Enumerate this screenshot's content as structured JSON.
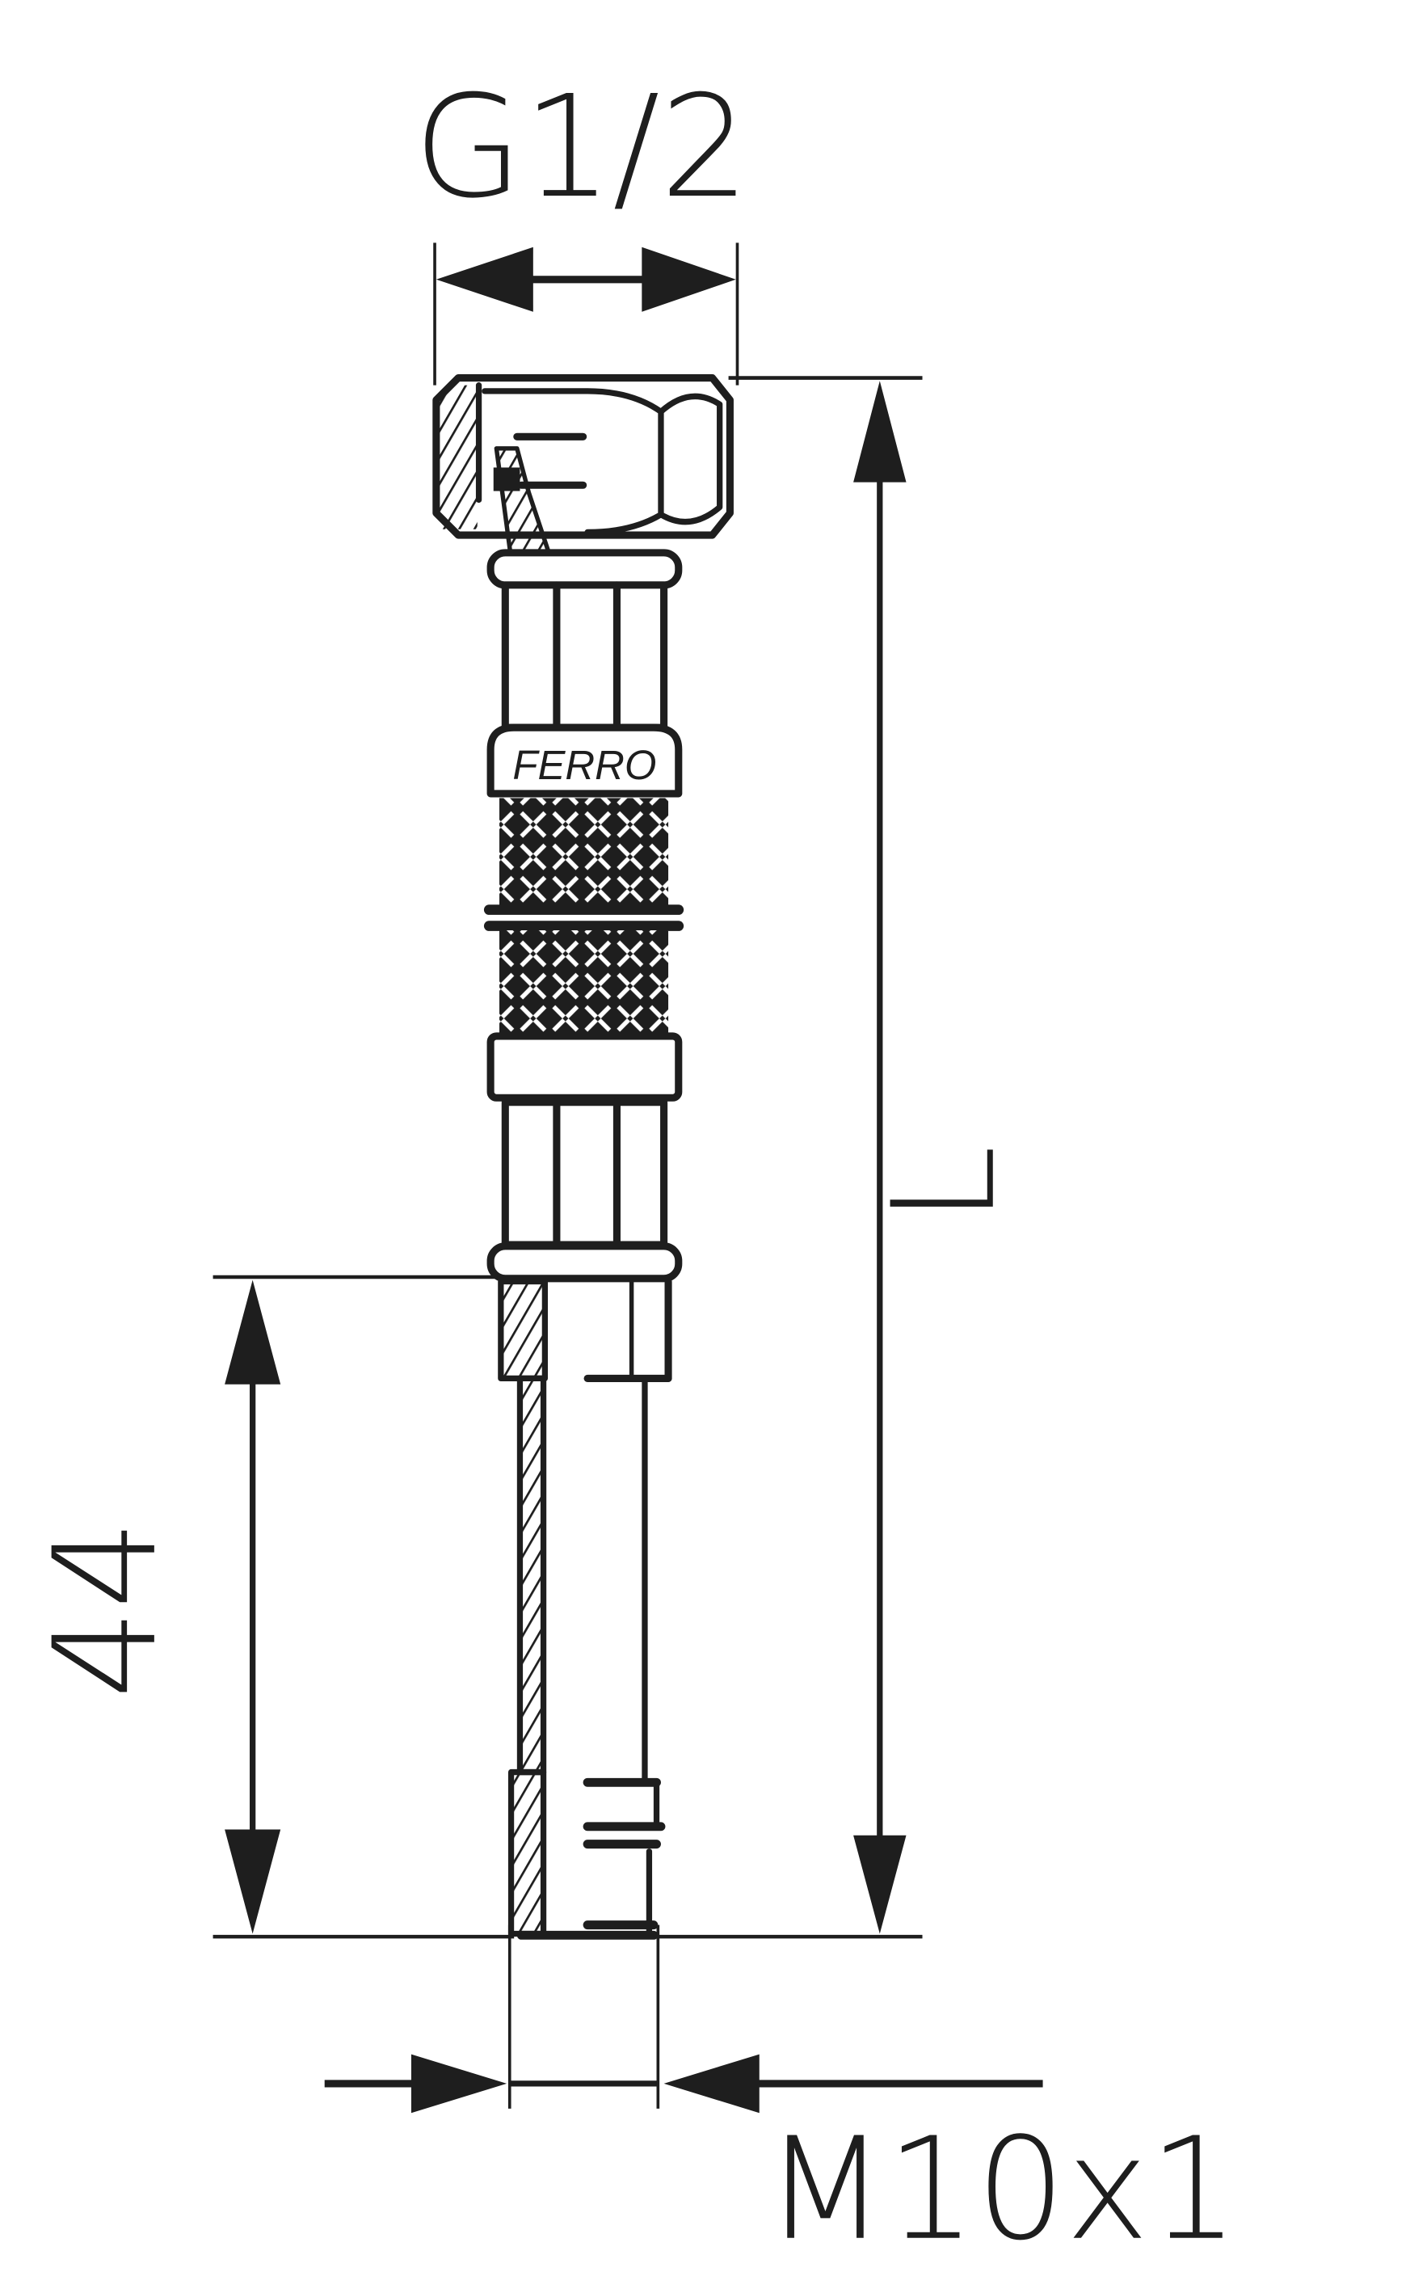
{
  "drawing": {
    "type": "technical-drawing",
    "subject": "braided flexible hose connector",
    "brand_label": "FERRO",
    "dimensions": {
      "top_thread": "G1/2",
      "overall_length": "L",
      "nipple_length": "44",
      "bottom_thread": "M10x1"
    },
    "colors": {
      "line": "#1e1e1e",
      "background": "#ffffff"
    }
  }
}
